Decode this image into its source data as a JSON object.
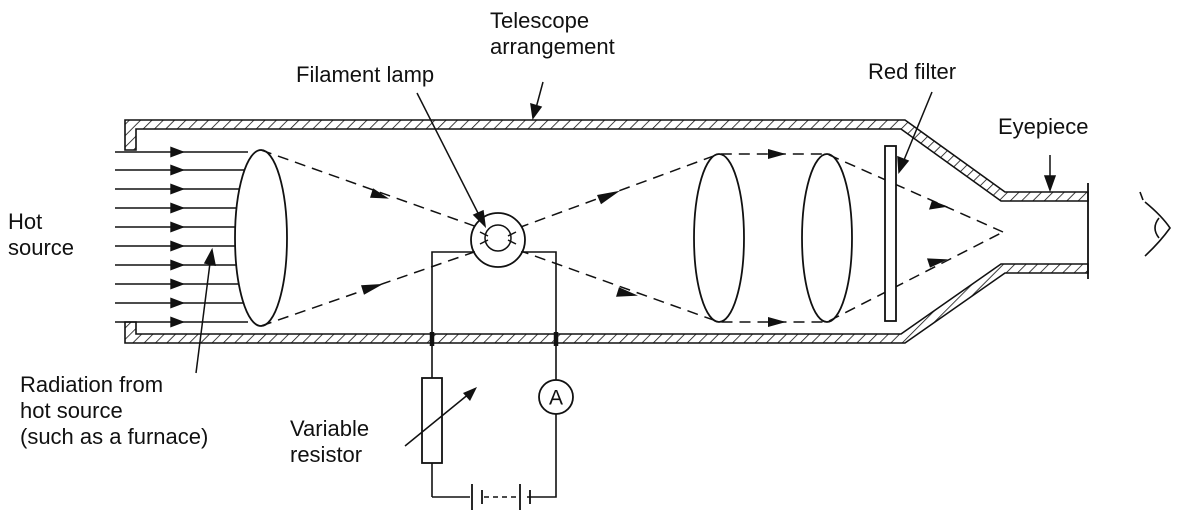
{
  "labels": {
    "telescope": [
      "Telescope",
      "arrangement"
    ],
    "filament_lamp": "Filament lamp",
    "red_filter": "Red filter",
    "eyepiece": "Eyepiece",
    "hot_source": [
      "Hot",
      "source"
    ],
    "radiation": [
      "Radiation from",
      "hot source",
      "(such as a furnace)"
    ],
    "variable_resistor": [
      "Variable",
      "resistor"
    ],
    "ammeter_symbol": "A"
  },
  "colors": {
    "ink": "#111111",
    "background": "#ffffff"
  }
}
